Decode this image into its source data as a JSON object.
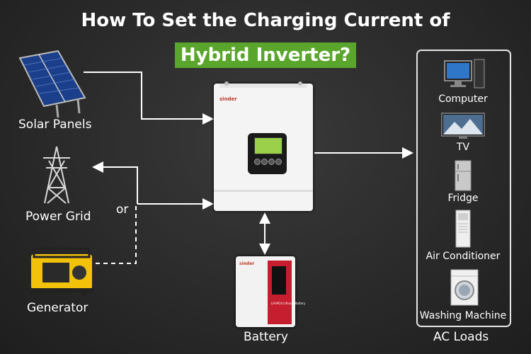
{
  "title": {
    "line1": "How To Set the Charging Current of",
    "line2": "Hybrid Inverter?"
  },
  "sources": {
    "solar": "Solar Panels",
    "grid": "Power Grid",
    "or": "or",
    "generator": "Generator"
  },
  "battery": {
    "label": "Battery",
    "brand": "sinder",
    "product": "LiFePO4 Lithium Battery"
  },
  "inverter": {
    "brand": "sinder"
  },
  "loads": {
    "group_label": "AC Loads",
    "items": [
      "Computer",
      "TV",
      "Fridge",
      "Air Conditioner",
      "Washing Machine"
    ]
  },
  "colors": {
    "accent_green": "#5aa62c",
    "battery_red": "#c61e2e",
    "screen_green": "#9bd14a",
    "background": "#2b2b2b"
  },
  "icons": [
    "solar-panel-icon",
    "power-tower-icon",
    "generator-icon",
    "inverter-icon",
    "battery-icon",
    "computer-icon",
    "tv-icon",
    "fridge-icon",
    "air-conditioner-icon",
    "washing-machine-icon"
  ]
}
